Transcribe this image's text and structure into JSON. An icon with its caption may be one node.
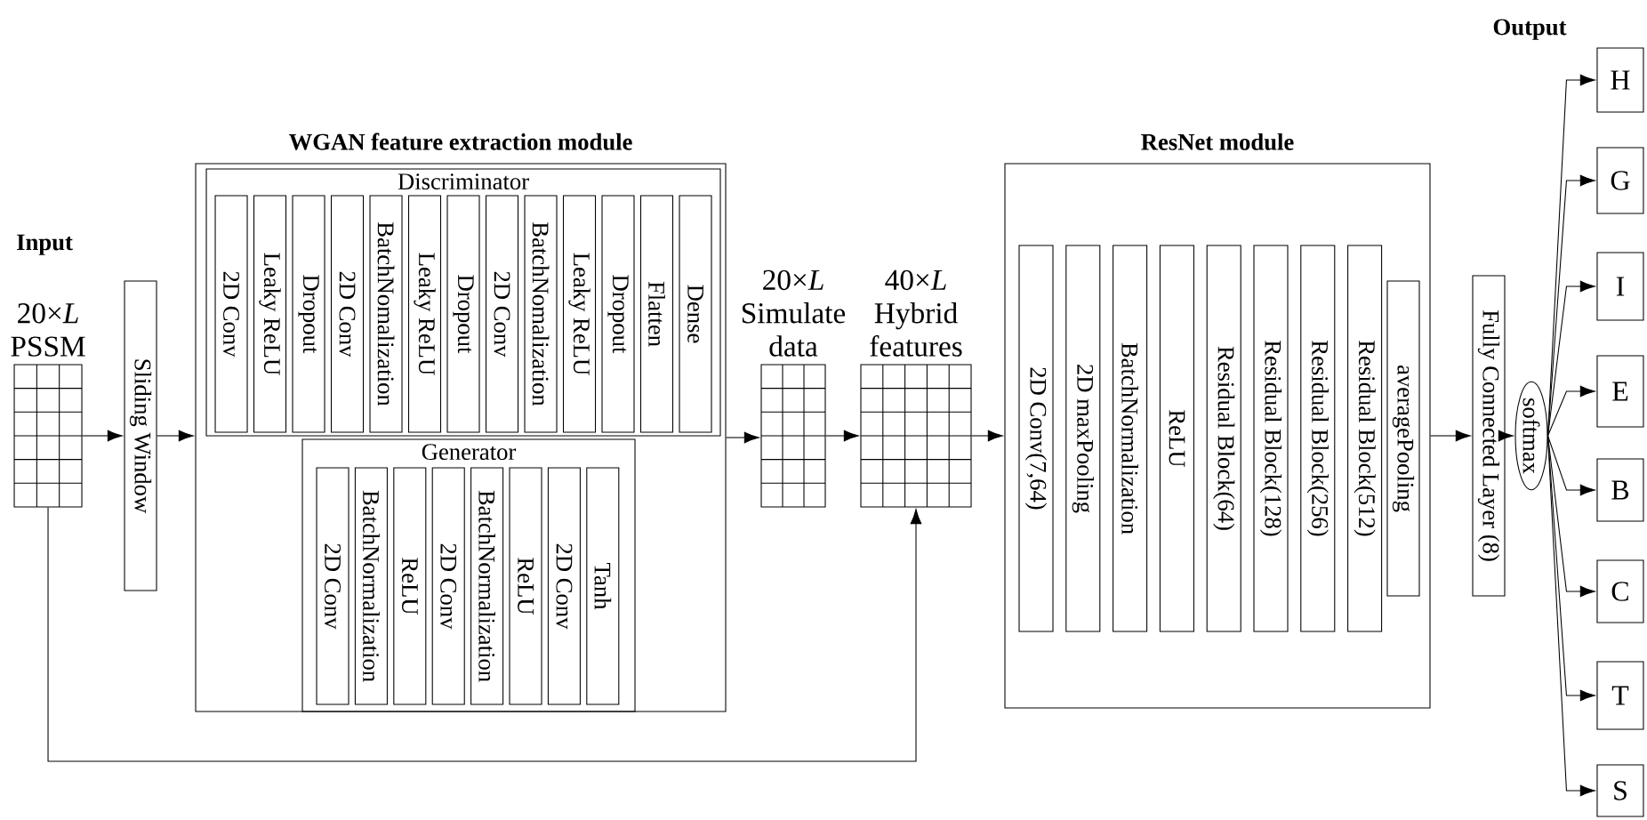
{
  "diagram": {
    "nodes": [
      {
        "text": [
          "Input",
          "20×*L* PSSM"
        ]
      },
      {
        "text": [
          "Sliding Window"
        ]
      },
      {
        "text": [
          "WGAN feature extraction module"
        ]
      },
      {
        "text": [
          "Discriminator"
        ],
        "in": 2
      },
      {
        "text": [
          "2D Conv"
        ],
        "in": 3
      },
      {
        "text": [
          "Leaky ReLU"
        ],
        "in": 3
      },
      {
        "text": [
          "Dropout"
        ],
        "in": 3
      },
      {
        "text": [
          "2D Conv"
        ],
        "in": 3
      },
      {
        "text": [
          "BatchNomalization"
        ],
        "in": 3
      },
      {
        "text": [
          "Leaky ReLU"
        ],
        "in": 3
      },
      {
        "text": [
          "Dropout"
        ],
        "in": 3
      },
      {
        "text": [
          "2D Conv"
        ],
        "in": 3
      },
      {
        "text": [
          "BatchNomalization"
        ],
        "in": 3
      },
      {
        "text": [
          "Leaky ReLU"
        ],
        "in": 3
      },
      {
        "text": [
          "Dropout"
        ],
        "in": 3
      },
      {
        "text": [
          "Flatten"
        ],
        "in": 3
      },
      {
        "text": [
          "Dense"
        ],
        "in": 3
      },
      {
        "text": [
          "Generator"
        ],
        "in": 2
      },
      {
        "text": [
          "2D Conv"
        ],
        "in": 17
      },
      {
        "text": [
          "BatchNormalization"
        ],
        "in": 17
      },
      {
        "text": [
          "ReLU"
        ],
        "in": 17
      },
      {
        "text": [
          "2D Conv"
        ],
        "in": 17
      },
      {
        "text": [
          "BatchNormalization"
        ],
        "in": 17
      },
      {
        "text": [
          "ReLU"
        ],
        "in": 17
      },
      {
        "text": [
          "2D Conv"
        ],
        "in": 17
      },
      {
        "text": [
          "Tanh"
        ],
        "in": 17
      },
      {
        "text": [
          "20×*L* Simulate data"
        ]
      },
      {
        "text": [
          "40×*L* Hybrid features"
        ]
      },
      {
        "text": [
          "ResNet module"
        ]
      },
      {
        "text": [
          "2D Conv(7,64)"
        ],
        "in": 28
      },
      {
        "text": [
          "2D maxPooling"
        ],
        "in": 28
      },
      {
        "text": [
          "BatchNormalization"
        ],
        "in": 28
      },
      {
        "text": [
          "ReLU"
        ],
        "in": 28
      },
      {
        "text": [
          "Residual Block(64)"
        ],
        "in": 28
      },
      {
        "text": [
          "Residual Block(128)"
        ],
        "in": 28
      },
      {
        "text": [
          "Residual Block(256)"
        ],
        "in": 28
      },
      {
        "text": [
          "Residual Block(512)"
        ],
        "in": 28
      },
      {
        "text": [
          "averagePooling"
        ],
        "in": 28
      },
      {
        "text": [
          "Fully Connected Layer (8)"
        ]
      },
      {
        "text": [
          "softmax"
        ]
      },
      {
        "text": [
          "H"
        ]
      },
      {
        "text": [
          "G"
        ]
      },
      {
        "text": [
          "I"
        ]
      },
      {
        "text": [
          "E"
        ]
      },
      {
        "text": [
          "B"
        ]
      },
      {
        "text": [
          "C"
        ]
      },
      {
        "text": [
          "T"
        ]
      },
      {
        "text": [
          "S"
        ]
      }
    ],
    "edges": [
      {
        "from": 0,
        "to": 1,
        "arrow": "to"
      },
      {
        "from": 1,
        "to": 2,
        "arrow": "to"
      },
      {
        "from": 2,
        "to": 26,
        "arrow": "to"
      },
      {
        "from": 26,
        "to": 27,
        "arrow": "to"
      },
      {
        "from": 27,
        "to": 28,
        "arrow": "to"
      },
      {
        "from": 0,
        "to": 27,
        "arrow": "to"
      },
      {
        "from": 28,
        "to": 38,
        "arrow": "to"
      },
      {
        "from": 38,
        "to": 39,
        "arrow": "to"
      },
      {
        "from": 39,
        "to": 40,
        "arrow": "to"
      },
      {
        "from": 39,
        "to": 41,
        "arrow": "to"
      },
      {
        "from": 39,
        "to": 42,
        "arrow": "to"
      },
      {
        "from": 39,
        "to": 43,
        "arrow": "to"
      },
      {
        "from": 39,
        "to": 44,
        "arrow": "to"
      },
      {
        "from": 39,
        "to": 45,
        "arrow": "to"
      },
      {
        "from": 39,
        "to": 46,
        "arrow": "to"
      },
      {
        "from": 39,
        "to": 47,
        "arrow": "to"
      }
    ],
    "labels": [
      "Output"
    ]
  }
}
